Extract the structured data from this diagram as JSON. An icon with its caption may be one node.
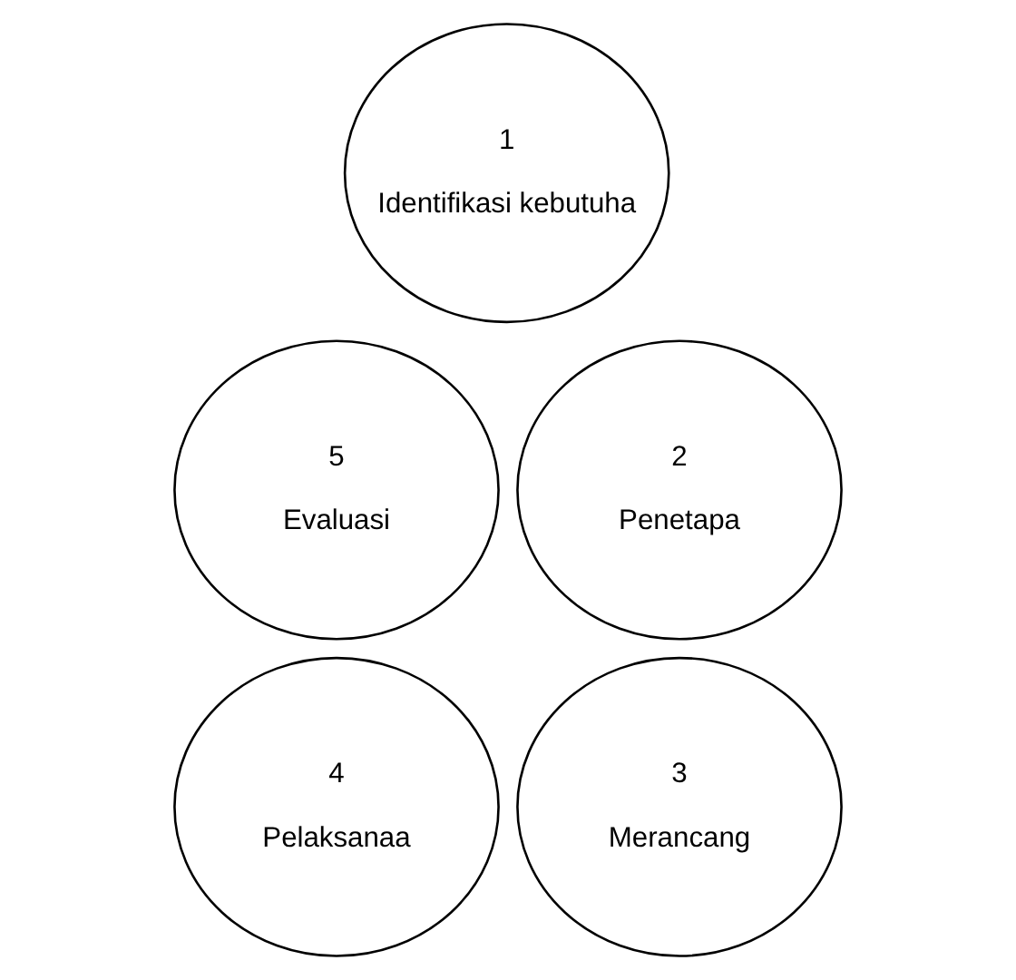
{
  "diagram": {
    "nodes": [
      {
        "text": [
          "1",
          "Identifikasi kebutuha"
        ]
      },
      {
        "text": [
          "5",
          "Evaluasi"
        ]
      },
      {
        "text": [
          "2",
          "Penetapa"
        ]
      },
      {
        "text": [
          "4",
          "Pelaksanaa"
        ]
      },
      {
        "text": [
          "3",
          "Merancang"
        ]
      }
    ]
  }
}
